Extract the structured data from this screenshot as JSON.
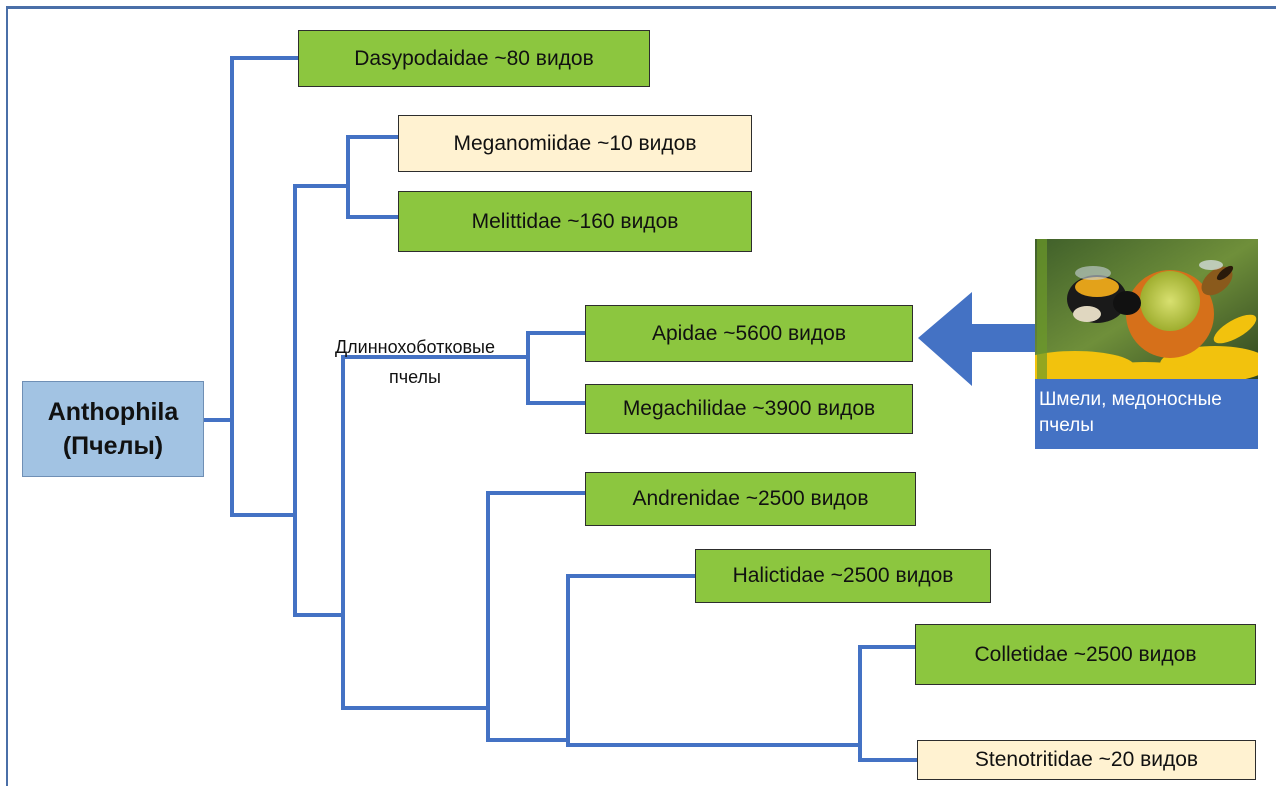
{
  "root": {
    "line1": "Anthophila",
    "line2": "(Пчелы)"
  },
  "families": {
    "dasypodaidae": "Dasypodaidae ~80 видов",
    "meganomiidae": "Meganomiidae ~10 видов",
    "melittidae": "Melittidae ~160 видов",
    "apidae": "Apidae ~5600 видов",
    "megachilidae": "Megachilidae ~3900 видов",
    "andrenidae": "Andrenidae ~2500 видов",
    "halictidae": "Halictidae ~2500 видов",
    "colletidae": "Colletidae ~2500 видов",
    "stenotritidae": "Stenotritidae ~20 видов"
  },
  "clade_label": {
    "line1": "Длиннохоботковые",
    "line2": "пчелы"
  },
  "photo": {
    "caption": "Шмели, медоносные пчелы",
    "icon": "bumblebee-photo"
  },
  "colors": {
    "line": "#4472c4",
    "green_box": "#8cc63f",
    "cream_box": "#fff2d1",
    "root_box": "#a2c3e3",
    "arrow": "#4472c4"
  }
}
